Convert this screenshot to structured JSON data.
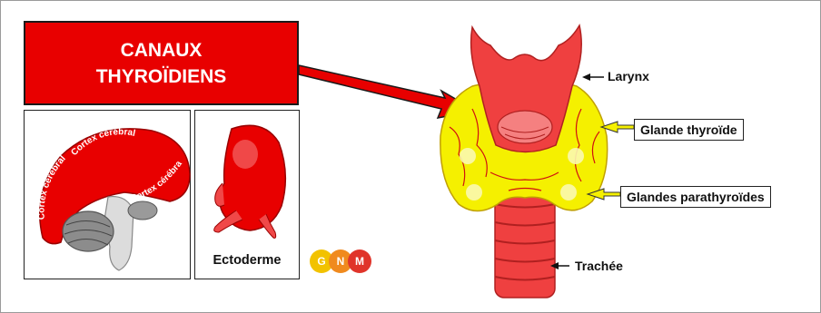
{
  "title": {
    "line1": "CANAUX",
    "line2": "THYROÏDIENS"
  },
  "brain": {
    "cortex_labels": [
      "Cortex cérébral",
      "Cortex cérébral",
      "Cortex cérébral"
    ]
  },
  "embryo": {
    "label": "Ectoderme"
  },
  "logo": {
    "letters": [
      "G",
      "N",
      "M"
    ],
    "colors": [
      "#f2c200",
      "#f08a1e",
      "#e0342a"
    ]
  },
  "anatomy": {
    "larynx": "Larynx",
    "thyroid": "Glande thyroïde",
    "parathyroid": "Glandes parathyroïdes",
    "trachea": "Trachée"
  },
  "colors": {
    "accent_red": "#e80000",
    "thyroid_yellow": "#f5f000",
    "organ_red": "#ef4040"
  }
}
